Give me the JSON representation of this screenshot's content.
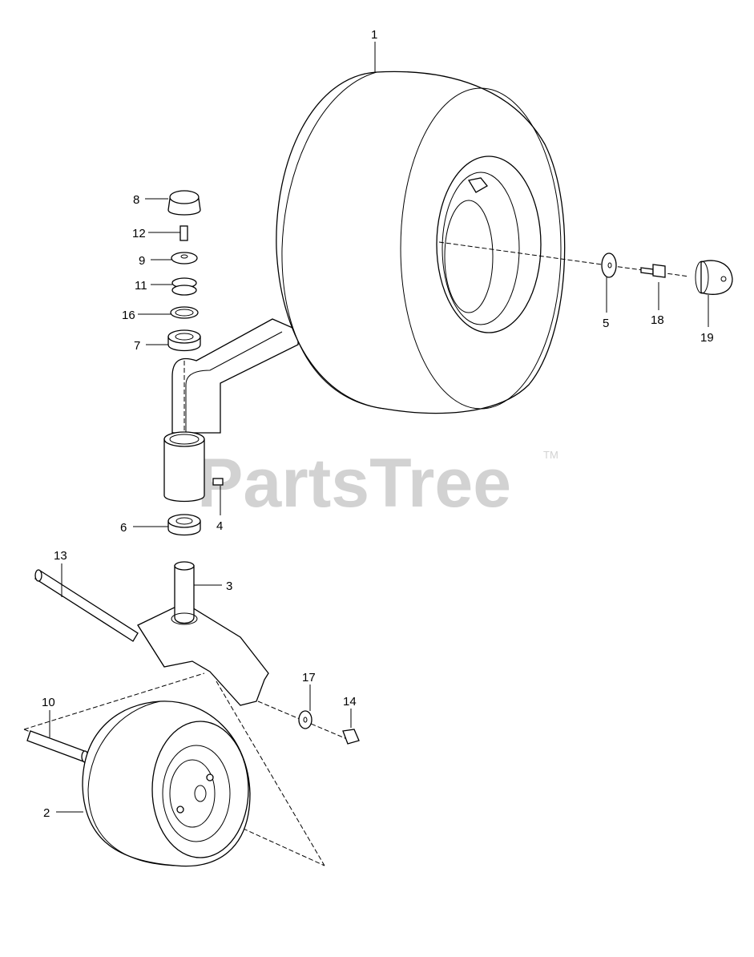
{
  "watermark": {
    "text": "PartsTree",
    "trademark": "TM"
  },
  "callouts": [
    "1",
    "2",
    "3",
    "4",
    "5",
    "6",
    "7",
    "8",
    "9",
    "10",
    "11",
    "12",
    "13",
    "14",
    "16",
    "17",
    "18",
    "19"
  ]
}
